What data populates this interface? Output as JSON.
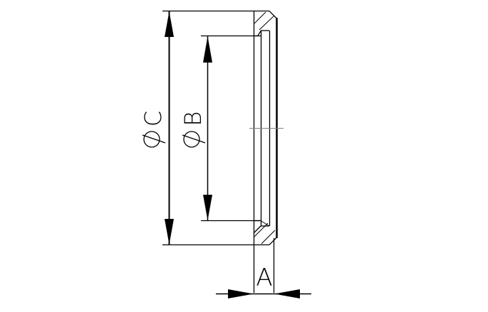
{
  "drawing": {
    "type": "technical-drawing",
    "subject": "gasket / ferrule cap cross-section",
    "colors": {
      "line": "#000000",
      "centerline": "#808080",
      "background": "#ffffff"
    }
  },
  "dimensions": {
    "C": {
      "label": "C",
      "symbol": "diameter",
      "orientation": "vertical"
    },
    "B": {
      "label": "B",
      "symbol": "diameter",
      "orientation": "vertical"
    },
    "A": {
      "label": "A",
      "symbol": "",
      "orientation": "horizontal"
    }
  }
}
